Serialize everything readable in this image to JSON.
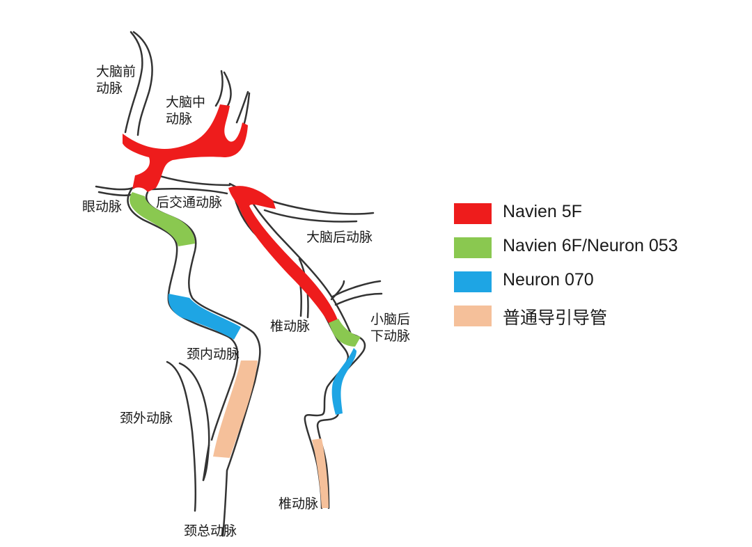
{
  "colors": {
    "red": "#ee1c1c",
    "green": "#8ac850",
    "blue": "#1ea5e4",
    "peach": "#f5c09a",
    "outline": "#333333"
  },
  "labels": {
    "aca": [
      "大脑前",
      "动脉"
    ],
    "mca": [
      "大脑中",
      "动脉"
    ],
    "ophthalmic": "眼动脉",
    "pcom": "后交通动脉",
    "pca": "大脑后动脉",
    "vertebral_upper": "椎动脉",
    "pica": [
      "小脑后",
      "下动脉"
    ],
    "ica": "颈内动脉",
    "eca": "颈外动脉",
    "cca": "颈总动脉",
    "vertebral_lower": "椎动脉"
  },
  "legend": [
    {
      "label": "Navien 5F",
      "color": "#ee1c1c"
    },
    {
      "label": "Navien 6F/Neuron 053",
      "color": "#8ac850"
    },
    {
      "label": "Neuron 070",
      "color": "#1ea5e4"
    },
    {
      "label": "普通导引导管",
      "color": "#f5c09a"
    }
  ]
}
